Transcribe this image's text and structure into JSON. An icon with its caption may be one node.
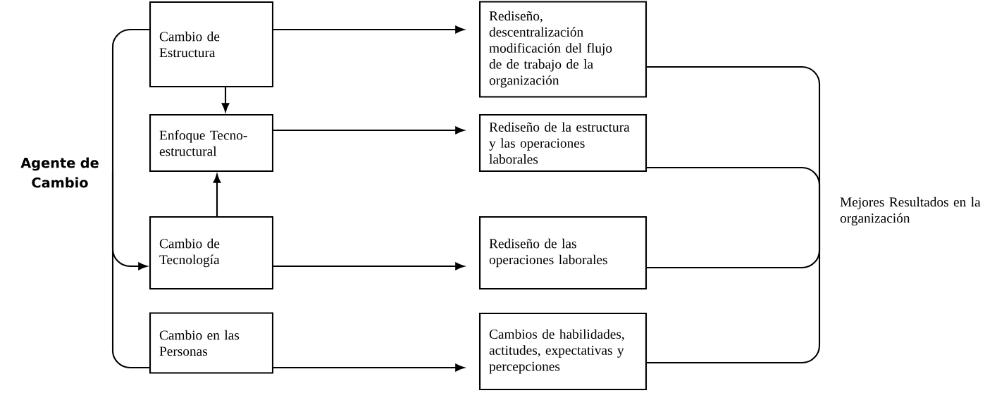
{
  "diagram": {
    "nodes": [
      {
        "text": [
          "Agente de Cambio"
        ]
      },
      {
        "text": [
          "Cambio de Estructura"
        ]
      },
      {
        "text": [
          "Rediseño, descentralización modificación del flujo de de trabajo de la organización"
        ]
      },
      {
        "text": [
          "Enfoque Tecno-estructural"
        ]
      },
      {
        "text": [
          "Rediseño de la estructura y las operaciones laborales"
        ]
      },
      {
        "text": [
          "Cambio de Tecnología"
        ]
      },
      {
        "text": [
          "Rediseño de las operaciones laborales"
        ]
      },
      {
        "text": [
          "Cambio en las Personas"
        ]
      },
      {
        "text": [
          "Cambios de habilidades, actitudes, expectativas y percepciones"
        ]
      },
      {
        "text": [
          "Mejores Resultados en la organización"
        ]
      }
    ],
    "edges": [
      {
        "from": 1,
        "to": 2,
        "arrow": "to"
      },
      {
        "from": 3,
        "to": 4,
        "arrow": "to"
      },
      {
        "from": 5,
        "to": 6,
        "arrow": "to"
      },
      {
        "from": 7,
        "to": 8,
        "arrow": "to"
      },
      {
        "from": 1,
        "to": 3,
        "arrow": "to"
      },
      {
        "from": 5,
        "to": 3,
        "arrow": "to"
      },
      {
        "from": 0,
        "to": 1,
        "arrow": "none"
      },
      {
        "from": 0,
        "to": 5,
        "arrow": "to"
      },
      {
        "from": 0,
        "to": 7,
        "arrow": "none"
      },
      {
        "from": 2,
        "to": 9,
        "arrow": "none"
      },
      {
        "from": 4,
        "to": 9,
        "arrow": "none"
      },
      {
        "from": 6,
        "to": 9,
        "arrow": "none"
      },
      {
        "from": 8,
        "to": 9,
        "arrow": "none"
      }
    ]
  }
}
